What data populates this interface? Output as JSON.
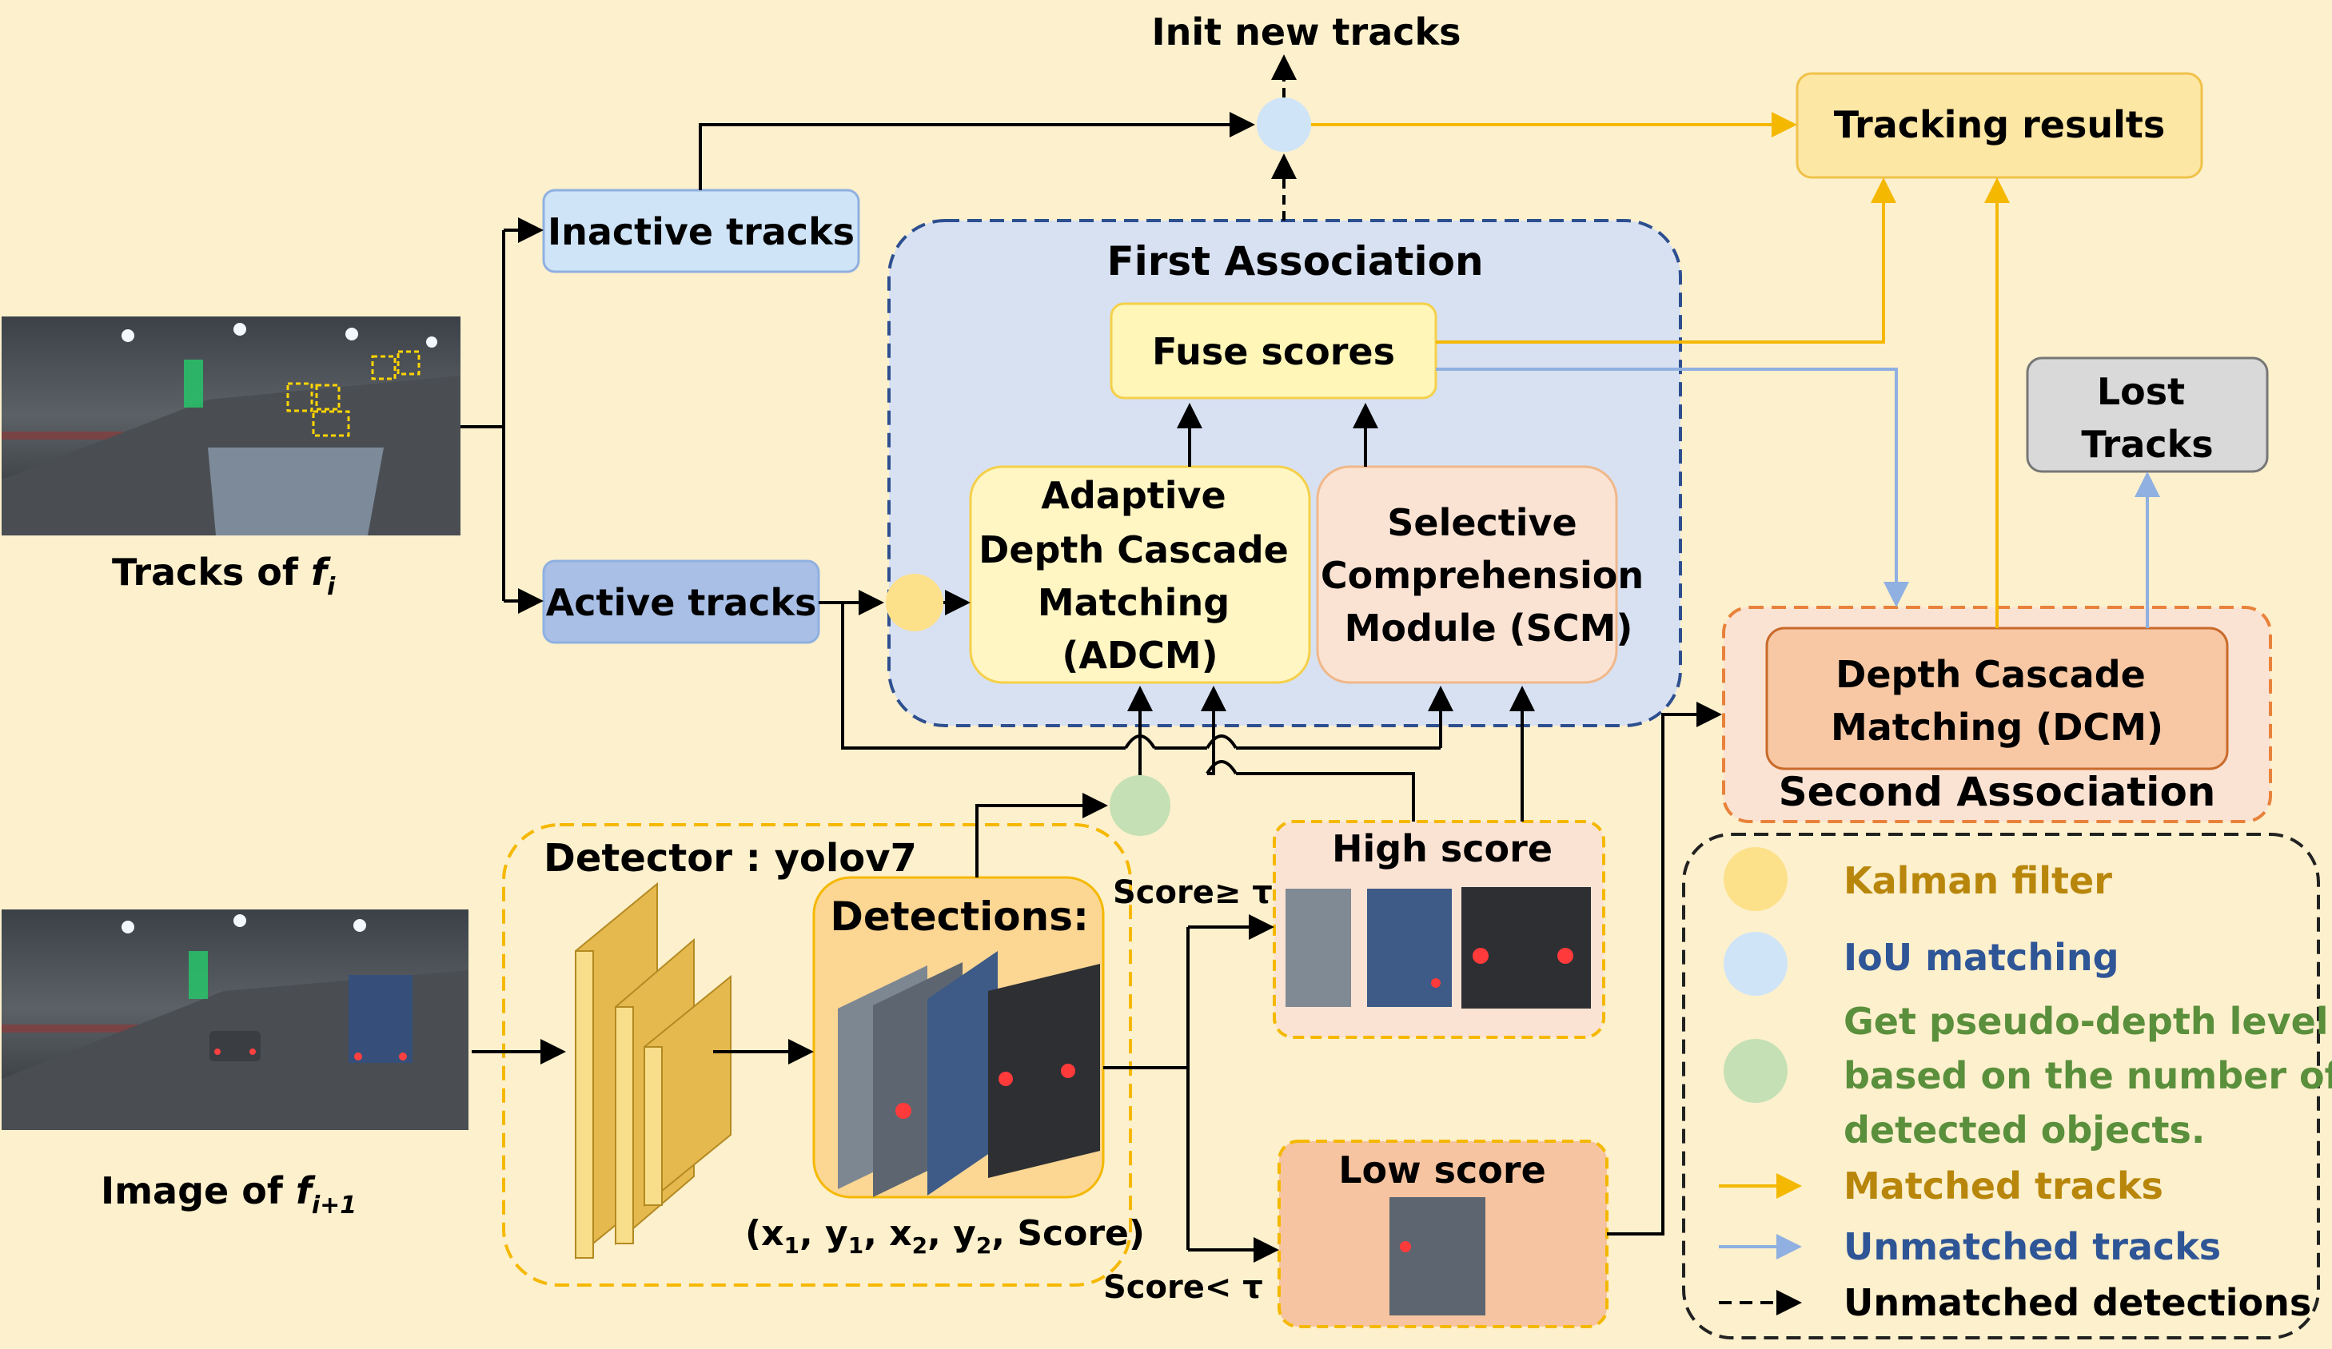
{
  "labels": {
    "init_new_tracks": "Init new tracks",
    "tracking_results": "Tracking results",
    "inactive_tracks": "Inactive tracks",
    "active_tracks": "Active tracks",
    "first_association": "First Association",
    "fuse_scores": "Fuse scores",
    "adcm": [
      "Adaptive",
      "Depth Cascade",
      "Matching",
      "(ADCM)"
    ],
    "scm": [
      "Selective",
      "Comprehension",
      "Module (SCM)"
    ],
    "lost_tracks": [
      "Lost",
      "Tracks"
    ],
    "dcm": [
      "Depth Cascade",
      "Matching (DCM)"
    ],
    "second_association": "Second Association",
    "tracks_of": "Tracks of ",
    "tracks_of_var": "f",
    "tracks_of_sub": "i",
    "image_of": "Image of ",
    "image_of_var": "f",
    "image_of_sub": "i+1",
    "detector": "Detector : yolov7",
    "detections": "Detections:",
    "detection_tuple": {
      "open": "(x",
      "s1": "1",
      "c1": ", y",
      "s2": "1",
      "c2": ", x",
      "s3": "2",
      "c3": ", y",
      "s4": "2",
      "close": ", Score)"
    },
    "high_score": "High score",
    "low_score": "Low score",
    "score_high_cond": "Score≥ τ",
    "score_low_cond": "Score< τ"
  },
  "legend": {
    "kalman": "Kalman filter",
    "iou": "IoU matching",
    "depth": [
      "Get pseudo-depth level",
      "based on the number of",
      "detected objects."
    ],
    "matched": "Matched tracks",
    "unmatched_tracks": "Unmatched tracks",
    "unmatched_detections": "Unmatched detections"
  },
  "colors": {
    "background": "#fdf0cd",
    "matched_line": "#f5b800",
    "unmatched_line": "#8fb0e0",
    "kalman_dot": "#fde08a",
    "iou_dot": "#cfe4f7",
    "depth_dot": "#c4e0b4",
    "legend_kalman_text": "#b8860b",
    "legend_iou_text": "#2e5596",
    "legend_depth_text": "#5a8f3c"
  }
}
